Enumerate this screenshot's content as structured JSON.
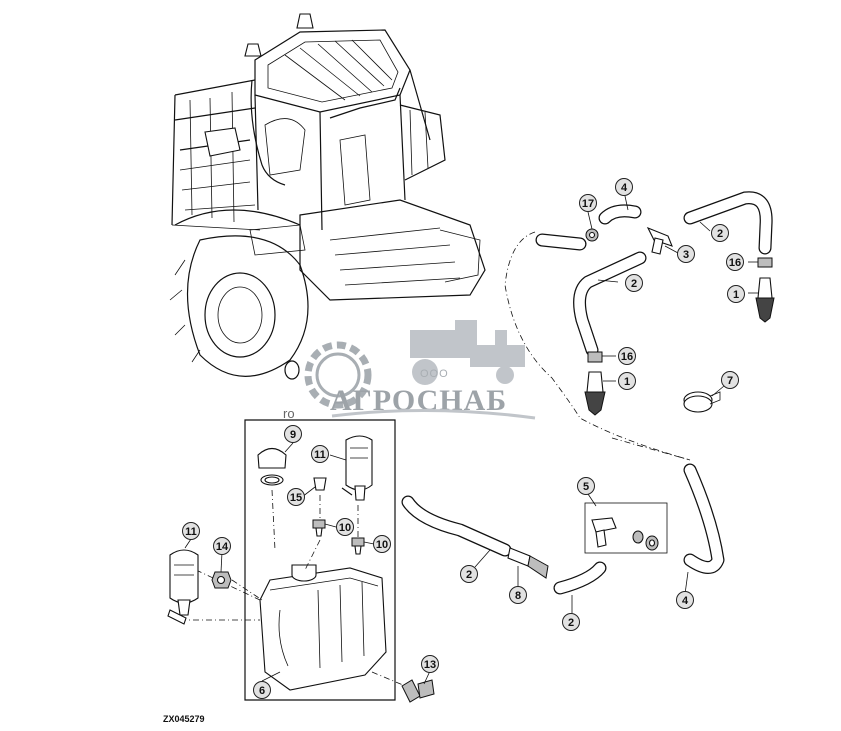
{
  "diagram": {
    "drawing_code": "ZX045279",
    "watermark": {
      "company": "ООО",
      "brand": "АГРОСНАБ"
    },
    "callouts": [
      {
        "id": "c17",
        "label": "17"
      },
      {
        "id": "c4a",
        "label": "4"
      },
      {
        "id": "c2a",
        "label": "2"
      },
      {
        "id": "c3",
        "label": "3"
      },
      {
        "id": "c16a",
        "label": "16"
      },
      {
        "id": "c1a",
        "label": "1"
      },
      {
        "id": "c2b",
        "label": "2"
      },
      {
        "id": "c16b",
        "label": "16"
      },
      {
        "id": "c1b",
        "label": "1"
      },
      {
        "id": "c7",
        "label": "7"
      },
      {
        "id": "c9",
        "label": "9"
      },
      {
        "id": "c11a",
        "label": "11"
      },
      {
        "id": "c15",
        "label": "15"
      },
      {
        "id": "c10a",
        "label": "10"
      },
      {
        "id": "c10b",
        "label": "10"
      },
      {
        "id": "c11b",
        "label": "11"
      },
      {
        "id": "c14",
        "label": "14"
      },
      {
        "id": "c6",
        "label": "6"
      },
      {
        "id": "c13",
        "label": "13"
      },
      {
        "id": "c5",
        "label": "5"
      },
      {
        "id": "c2c",
        "label": "2"
      },
      {
        "id": "c8",
        "label": "8"
      },
      {
        "id": "c2d",
        "label": "2"
      },
      {
        "id": "c4b",
        "label": "4"
      }
    ]
  }
}
